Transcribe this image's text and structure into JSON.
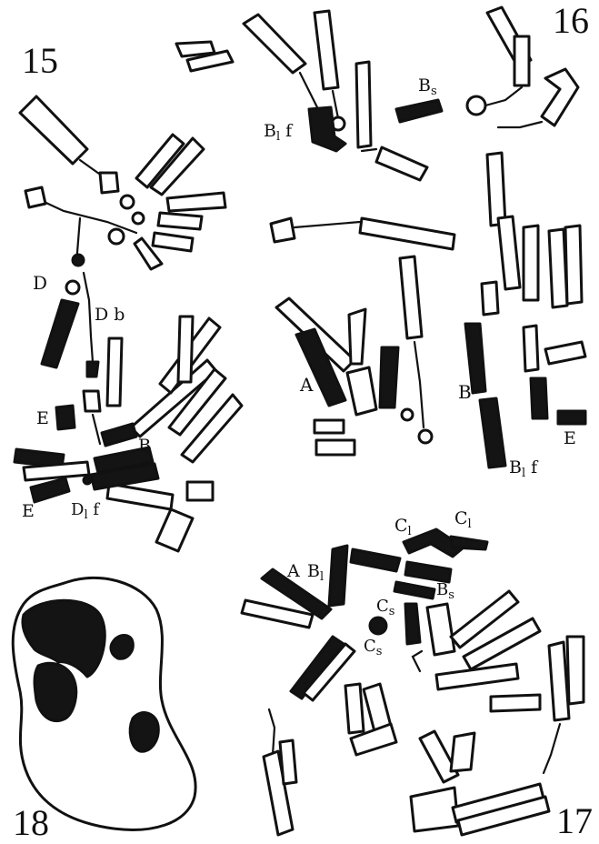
{
  "figure_numbers": {
    "fig15": "15",
    "fig16": "16",
    "fig17": "17",
    "fig18": "18"
  },
  "labels": {
    "fig16_B1f": "B",
    "fig16_B1f_sub": "l",
    "fig16_B1f_suffix": " f",
    "fig16_Bs": "B",
    "fig16_Bs_sub": "s",
    "fig15_D": "D",
    "fig15_Db": "D b",
    "fig15_E_left": "E",
    "fig15_E_bottom": "E",
    "fig15_B": "B",
    "fig15_D1f": "D",
    "fig15_D1f_sub": "l",
    "fig15_D1f_suffix": " f",
    "fig16b_A": "A",
    "fig16c_B": "B",
    "fig16c_E": "E",
    "fig16c_B1f": "B",
    "fig16c_B1f_sub": "l",
    "fig16c_B1f_suffix": " f",
    "fig17_C1_a": "C",
    "fig17_C1_a_sub": "l",
    "fig17_C1_b": "C",
    "fig17_C1_b_sub": "l",
    "fig17_A": "A",
    "fig17_B1": "B",
    "fig17_B1_sub": "l",
    "fig17_Bs": "B",
    "fig17_Bs_sub": "s",
    "fig17_Cs_a": "C",
    "fig17_Cs_a_sub": "s",
    "fig17_Cs_b": "C",
    "fig17_Cs_b_sub": "s"
  }
}
